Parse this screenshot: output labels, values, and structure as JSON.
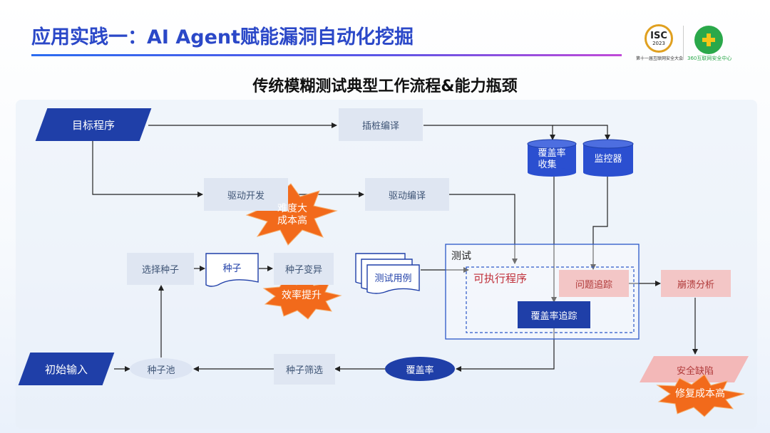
{
  "header": {
    "title": "应用实践一：AI Agent赋能漏洞自动化挖掘",
    "subtitle": "传统模糊测试典型工作流程&能力瓶颈",
    "logo_isc_text": "ISC",
    "logo_isc_year": "2023",
    "logo_isc_caption": "第十一届互联网安全大会",
    "logo_360_caption": "360互联网安全中心"
  },
  "nodes": {
    "target_program": "目标程序",
    "instrument_compile": "插桩编译",
    "coverage_collect": "覆盖率\n收集",
    "monitor": "监控器",
    "driver_dev": "驱动开发",
    "driver_compile": "驱动编译",
    "select_seed": "选择种子",
    "seed": "种子",
    "seed_mutation": "种子变异",
    "test_cases": "测试用例",
    "test_label": "测试",
    "executable": "可执行程序",
    "issue_tracking": "问题追踪",
    "coverage_tracking": "覆盖率追踪",
    "crash_analysis": "崩溃分析",
    "initial_input": "初始输入",
    "seed_pool": "种子池",
    "seed_filter": "种子筛选",
    "coverage": "覆盖率",
    "security_defect": "安全缺陷"
  },
  "bottlenecks": {
    "difficulty": "难度大\n成本高",
    "efficiency": "效率提升",
    "repair_cost": "修复成本高"
  },
  "colors": {
    "navy": "#1f3fa8",
    "box": "#dfe6f2",
    "burst": "#f26a1b",
    "pink": "#f3c6c6",
    "accent": "#2b48c8"
  }
}
